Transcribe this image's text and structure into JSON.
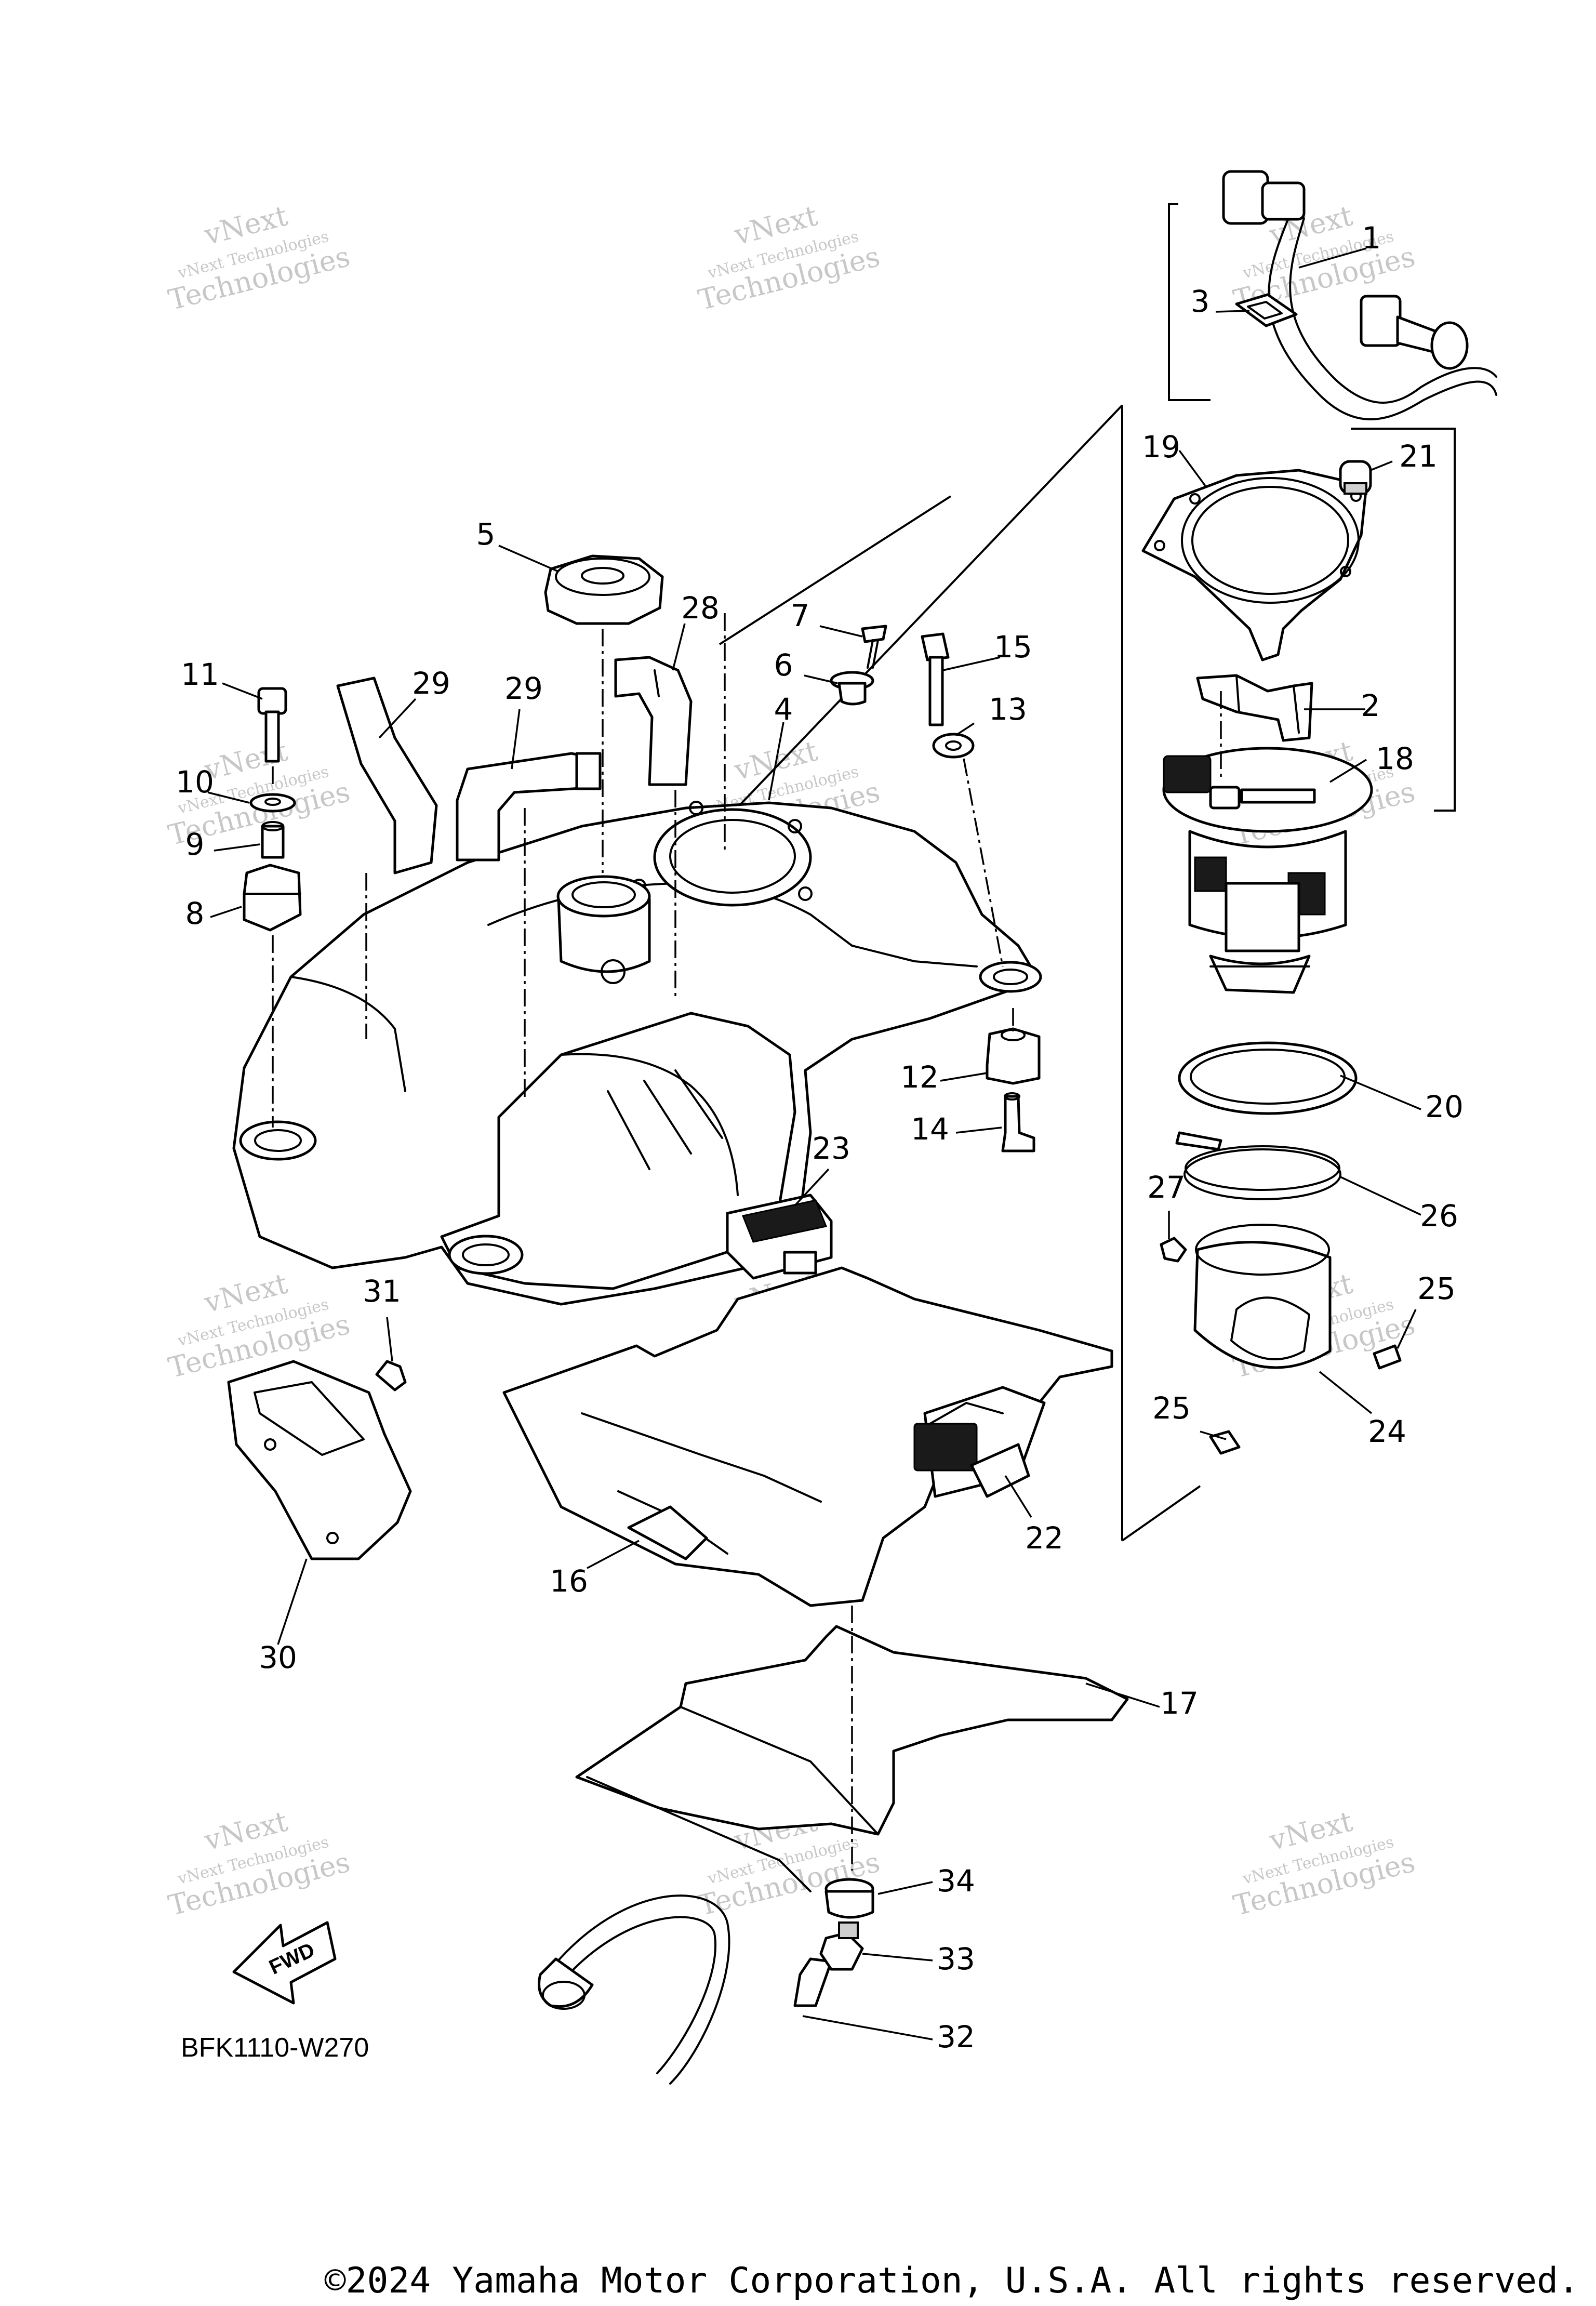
{
  "diagram": {
    "callouts": [
      "1",
      "2",
      "3",
      "4",
      "5",
      "6",
      "7",
      "8",
      "9",
      "10",
      "11",
      "12",
      "13",
      "14",
      "15",
      "16",
      "17",
      "18",
      "19",
      "20",
      "21",
      "22",
      "23",
      "24",
      "25",
      "25",
      "26",
      "27",
      "28",
      "29",
      "29",
      "30",
      "31",
      "32",
      "33",
      "34"
    ],
    "direction_arrow": "FWD",
    "drawing_code": "BFK1110-W270",
    "watermark": {
      "line1": "vNext",
      "line2": "vNext Technologies",
      "line3": "Technologies"
    },
    "copyright": "©2024 Yamaha Motor Corporation, U.S.A. All rights reserved."
  }
}
